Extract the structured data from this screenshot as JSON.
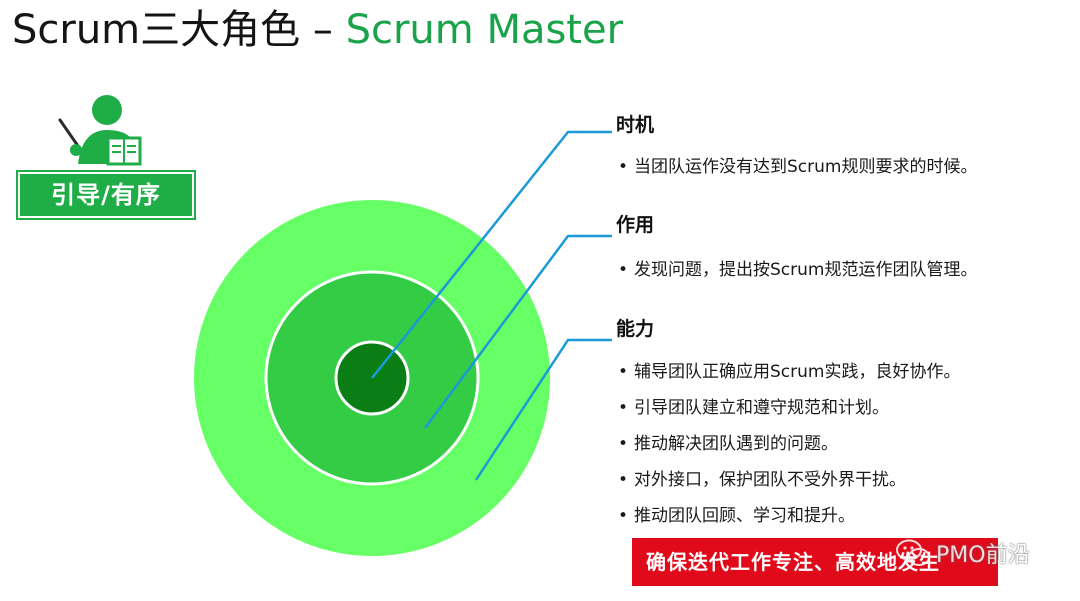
{
  "header": {
    "title_prefix": "Scrum三大角色 – ",
    "title_role": "Scrum Master"
  },
  "role": {
    "badge": "引导/有序",
    "icon": "teacher-pointer-book-icon"
  },
  "sections": [
    {
      "heading": "时机",
      "items": [
        "当团队运作没有达到Scrum规则要求的时候。"
      ]
    },
    {
      "heading": "作用",
      "items": [
        "发现问题，提出按Scrum规范运作团队管理。"
      ]
    },
    {
      "heading": "能力",
      "items": [
        "辅导团队正确应用Scrum实践，良好协作。",
        "引导团队建立和遵守规范和计划。",
        "推动解决团队遇到的问题。",
        "对外接口，保护团队不受外界干扰。",
        "推动团队回顾、学习和提升。"
      ]
    }
  ],
  "highlight": {
    "text": "确保迭代工作专注、高效地发生"
  },
  "watermark": {
    "text": "PMO前沿",
    "icon": "wechat-icon"
  },
  "colors": {
    "title_accent": "#1aa34a",
    "outer_ring": "#66ff66",
    "middle_ring": "#33cc44",
    "inner_circle": "#0a7d14",
    "leader_line": "#1a9ad6",
    "badge": "#1fad47",
    "highlight": "#e10a1b"
  }
}
